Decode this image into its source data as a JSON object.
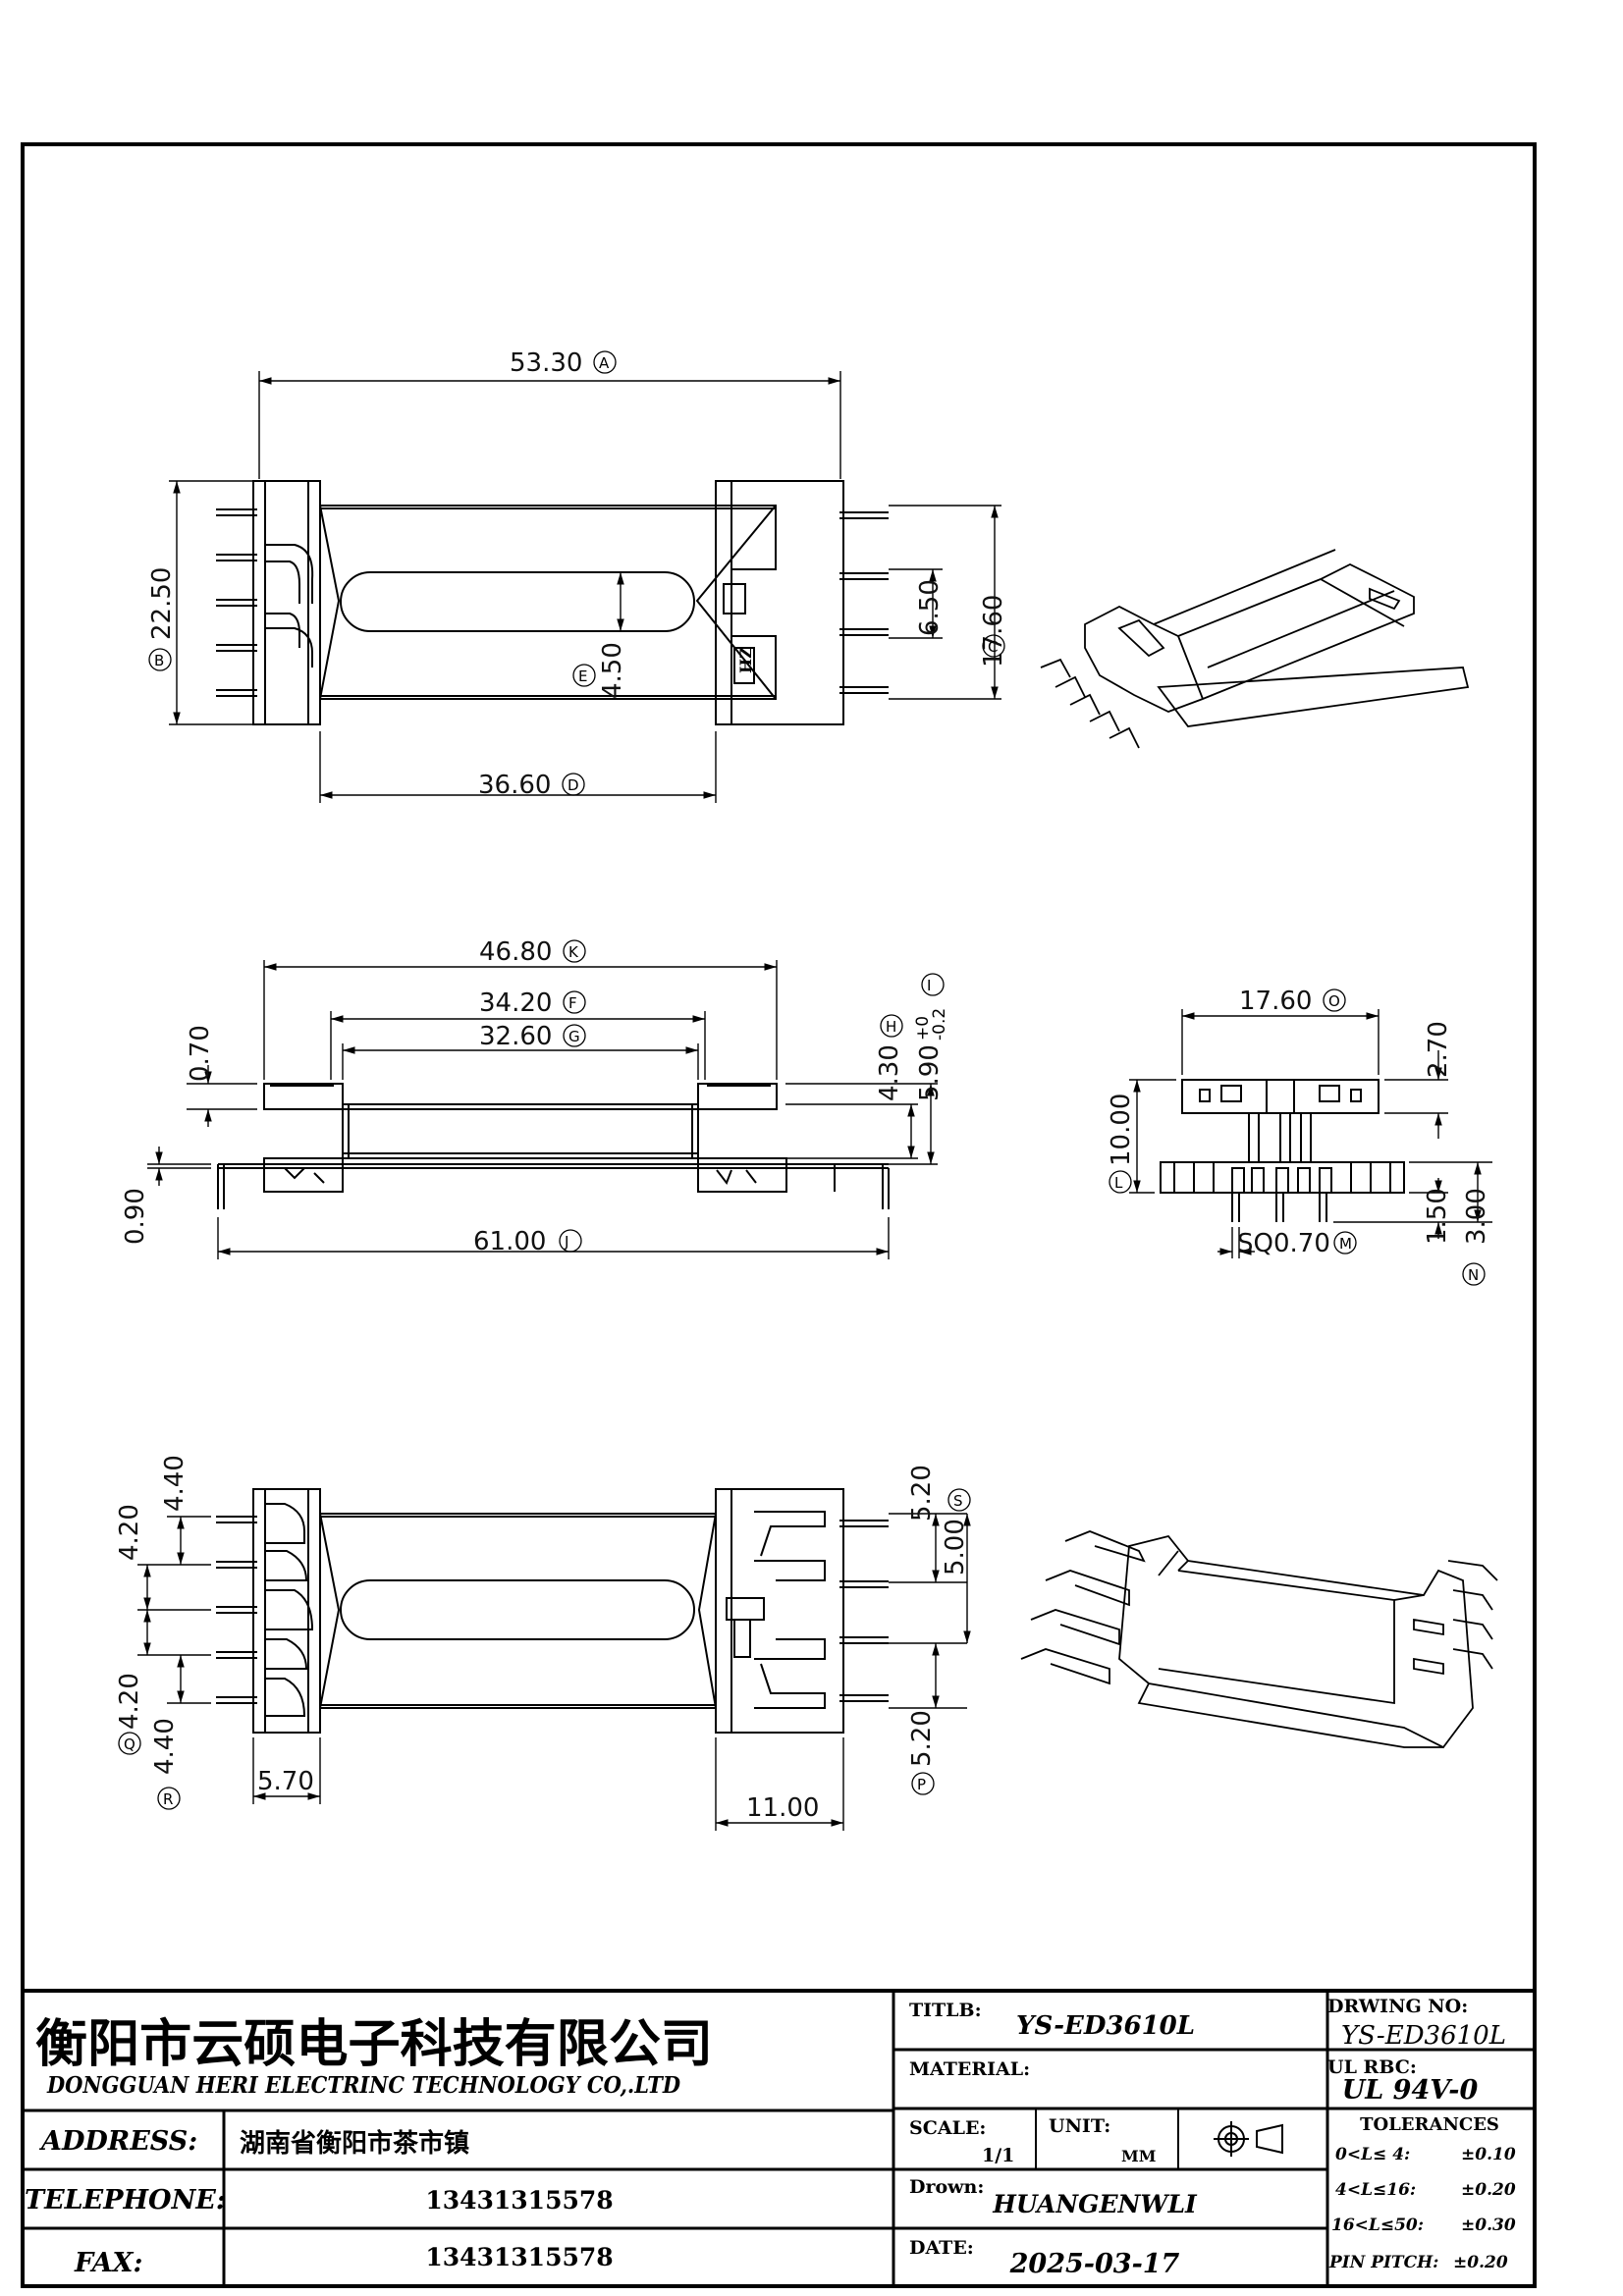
{
  "drawing": {
    "top_view": {
      "dims": [
        {
          "id": "A",
          "value": "53.30"
        },
        {
          "id": "B",
          "value": "22.50"
        },
        {
          "id": "C",
          "value": "17.60"
        },
        {
          "id": "D",
          "value": "36.60"
        },
        {
          "id": "E",
          "value": "4.50"
        },
        {
          "id": "c650",
          "value": "6.50"
        }
      ],
      "logo_mark": "HZ"
    },
    "side_view": {
      "dims": [
        {
          "id": "K",
          "value": "46.80"
        },
        {
          "id": "F",
          "value": "34.20"
        },
        {
          "id": "G",
          "value": "32.60"
        },
        {
          "id": "H",
          "value": "4.30"
        },
        {
          "id": "I",
          "value": "5.90"
        },
        {
          "id": "J",
          "value": "61.00"
        },
        {
          "id": "s070",
          "value": "0.70"
        },
        {
          "id": "s090",
          "value": "0.90"
        }
      ],
      "tol_plus": "+0",
      "tol_minus": "-0.2"
    },
    "end_view": {
      "dims": [
        {
          "id": "O",
          "value": "17.60"
        },
        {
          "id": "L",
          "value": "10.00"
        },
        {
          "id": "M",
          "value": "SQ0.70"
        },
        {
          "id": "N",
          "value": "3.00"
        },
        {
          "id": "e270",
          "value": "2.70"
        },
        {
          "id": "e150",
          "value": "1.50"
        }
      ]
    },
    "bottom_view": {
      "dims": [
        {
          "id": "S",
          "value": "5.20"
        },
        {
          "id": "P",
          "value": "5.20"
        },
        {
          "id": "Q",
          "value": "4.20"
        },
        {
          "id": "R",
          "value": "4.40"
        },
        {
          "id": "b440",
          "value": "4.40"
        },
        {
          "id": "b420",
          "value": "4.20"
        },
        {
          "id": "b500",
          "value": "5.00"
        },
        {
          "id": "b570",
          "value": "5.70"
        },
        {
          "id": "b1100",
          "value": "11.00"
        }
      ]
    }
  },
  "title_block": {
    "company_cn": "衡阳市云硕电子科技有限公司",
    "company_en": "DONGGUAN HERI ELECTRINC TECHNOLOGY CO,.LTD",
    "address_label": "ADDRESS:",
    "address_value": "湖南省衡阳市茶市镇",
    "telephone_label": "TELEPHONE:",
    "telephone_value": "13431315578",
    "fax_label": "FAX:",
    "fax_value": "13431315578",
    "title_label": "TITLB:",
    "title_value": "YS-ED3610L",
    "material_label": "MATERIAL:",
    "scale_label": "SCALE:",
    "scale_value": "1/1",
    "unit_label": "UNIT:",
    "unit_value": "MM",
    "drawn_label": "Drown:",
    "drawn_value": "HUANGENWLI",
    "date_label": "DATE:",
    "date_value": "2025-03-17",
    "drawing_no_label": "DRWING NO:",
    "drawing_no_value": "YS-ED3610L",
    "ul_label": "UL RBC:",
    "ul_value": "UL 94V-0",
    "tolerances_label": "TOLERANCES",
    "tolerances": [
      {
        "range": "0<L≤ 4:",
        "value": "±0.10"
      },
      {
        "range": "4<L≤16:",
        "value": "±0.20"
      },
      {
        "range": "16<L≤50:",
        "value": "±0.30"
      }
    ],
    "pin_pitch_label": "PIN PITCH:",
    "pin_pitch_value": "±0.20"
  }
}
